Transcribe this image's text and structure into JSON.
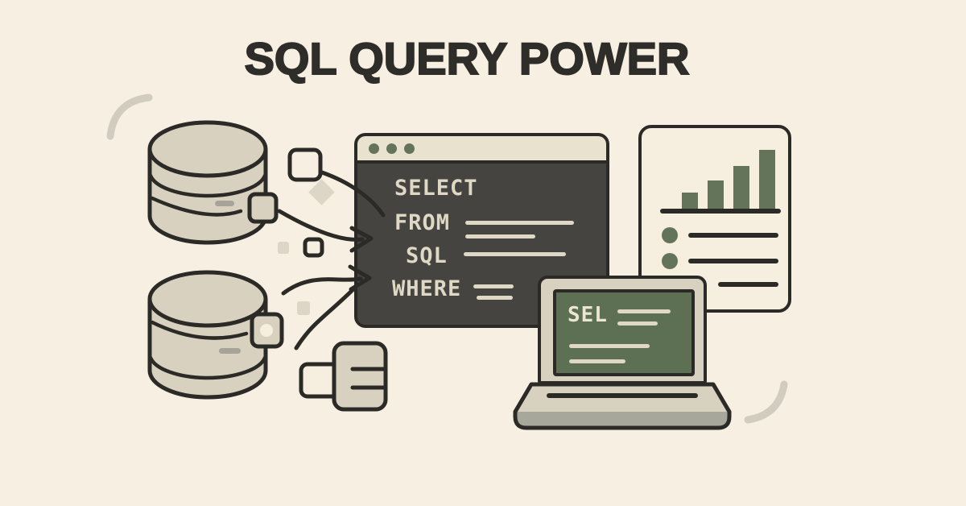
{
  "title": "SQL QUERY POWER",
  "colors": {
    "background": "#f7efe1",
    "title_ink": "#2e2d29",
    "ink": "#2b2a26",
    "beige": "#d8d1c0",
    "soft_beige": "#ddd5c5",
    "paper": "#f6efdf",
    "titlebar": "#e9e2cf",
    "window_dark": "#454440",
    "olive": "#64745a",
    "screen_green": "#5d7053",
    "line_cream": "#ded8c4",
    "dash_gray": "#a7a399",
    "base_gray": "#a8a79b",
    "decor_gray": "#d2ccc0"
  },
  "code_window": {
    "keywords": [
      "SELECT",
      "FROM",
      "SQL",
      "WHERE"
    ]
  },
  "laptop": {
    "screen_text": "SEL"
  },
  "chart_card": {
    "type": "bar",
    "bar_heights": [
      20,
      35,
      53,
      73
    ]
  }
}
